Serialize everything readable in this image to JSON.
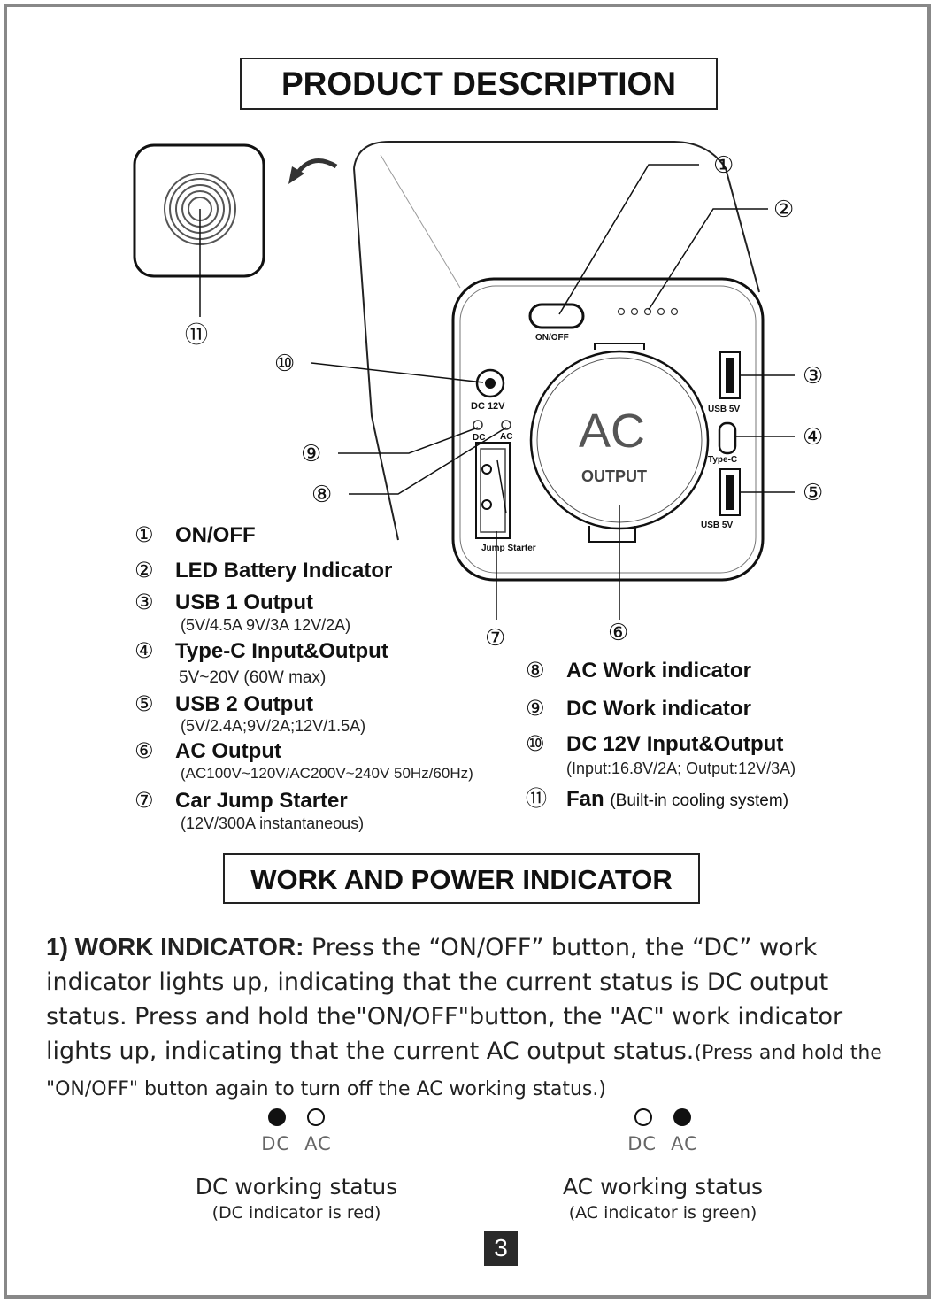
{
  "headings": {
    "product_description": "PRODUCT DESCRIPTION",
    "work_power_indicator": "WORK AND POWER INDICATOR"
  },
  "device": {
    "on_off_label": "ON/OFF",
    "dc12v_label": "DC 12V",
    "dc_label": "DC",
    "ac_label": "AC",
    "ac_cover_big": "AC",
    "ac_cover_small": "OUTPUT",
    "jump_starter_label": "Jump Starter",
    "usb5v_label": "USB 5V",
    "typec_label": "Type-C",
    "usb5v_label_2": "USB 5V",
    "led_count": 5
  },
  "callouts": [
    "①",
    "②",
    "③",
    "④",
    "⑤",
    "⑥",
    "⑦",
    "⑧",
    "⑨",
    "⑩",
    "⑪"
  ],
  "items": [
    {
      "num": "①",
      "label": "ON/OFF",
      "detail": ""
    },
    {
      "num": "②",
      "label": "LED Battery Indicator",
      "detail": ""
    },
    {
      "num": "③",
      "label": "USB 1 Output",
      "detail": "(5V/4.5A   9V/3A   12V/2A)"
    },
    {
      "num": "④",
      "label": "Type-C Input&Output",
      "detail": "5V~20V (60W max)"
    },
    {
      "num": "⑤",
      "label": "USB 2 Output",
      "detail": "(5V/2.4A;9V/2A;12V/1.5A)"
    },
    {
      "num": "⑥",
      "label": "AC Output",
      "detail": "(AC100V~120V/AC200V~240V 50Hz/60Hz)"
    },
    {
      "num": "⑦",
      "label": "Car Jump Starter",
      "detail": "(12V/300A instantaneous)"
    },
    {
      "num": "⑧",
      "label": "AC Work indicator",
      "detail": ""
    },
    {
      "num": "⑨",
      "label": "DC Work indicator",
      "detail": ""
    },
    {
      "num": "⑩",
      "label": "DC 12V Input&Output",
      "detail": "(Input:16.8V/2A; Output:12V/3A)"
    },
    {
      "num": "⑪",
      "label": "Fan",
      "detail": "(Built-in cooling system)"
    }
  ],
  "work_indicator": {
    "lead": "1)  WORK INDICATOR:",
    "text": " Press the “ON/OFF” button, the “DC” work indicator lights up, indicating that the current status is DC output status. Press and hold the\"ON/OFF\"button, the \"AC\" work indicator lights up, indicating that the current AC output status.",
    "small": "(Press and hold the \"ON/OFF\" button again to turn off the AC working status.)"
  },
  "statuses": [
    {
      "dc_on": true,
      "ac_on": false,
      "dc_label": "DC",
      "ac_label": "AC",
      "title": "DC working status",
      "note": "(DC indicator is red)"
    },
    {
      "dc_on": false,
      "ac_on": true,
      "dc_label": "DC",
      "ac_label": "AC",
      "title": "AC working status",
      "note": "(AC indicator is green)"
    }
  ],
  "page_number": "3"
}
